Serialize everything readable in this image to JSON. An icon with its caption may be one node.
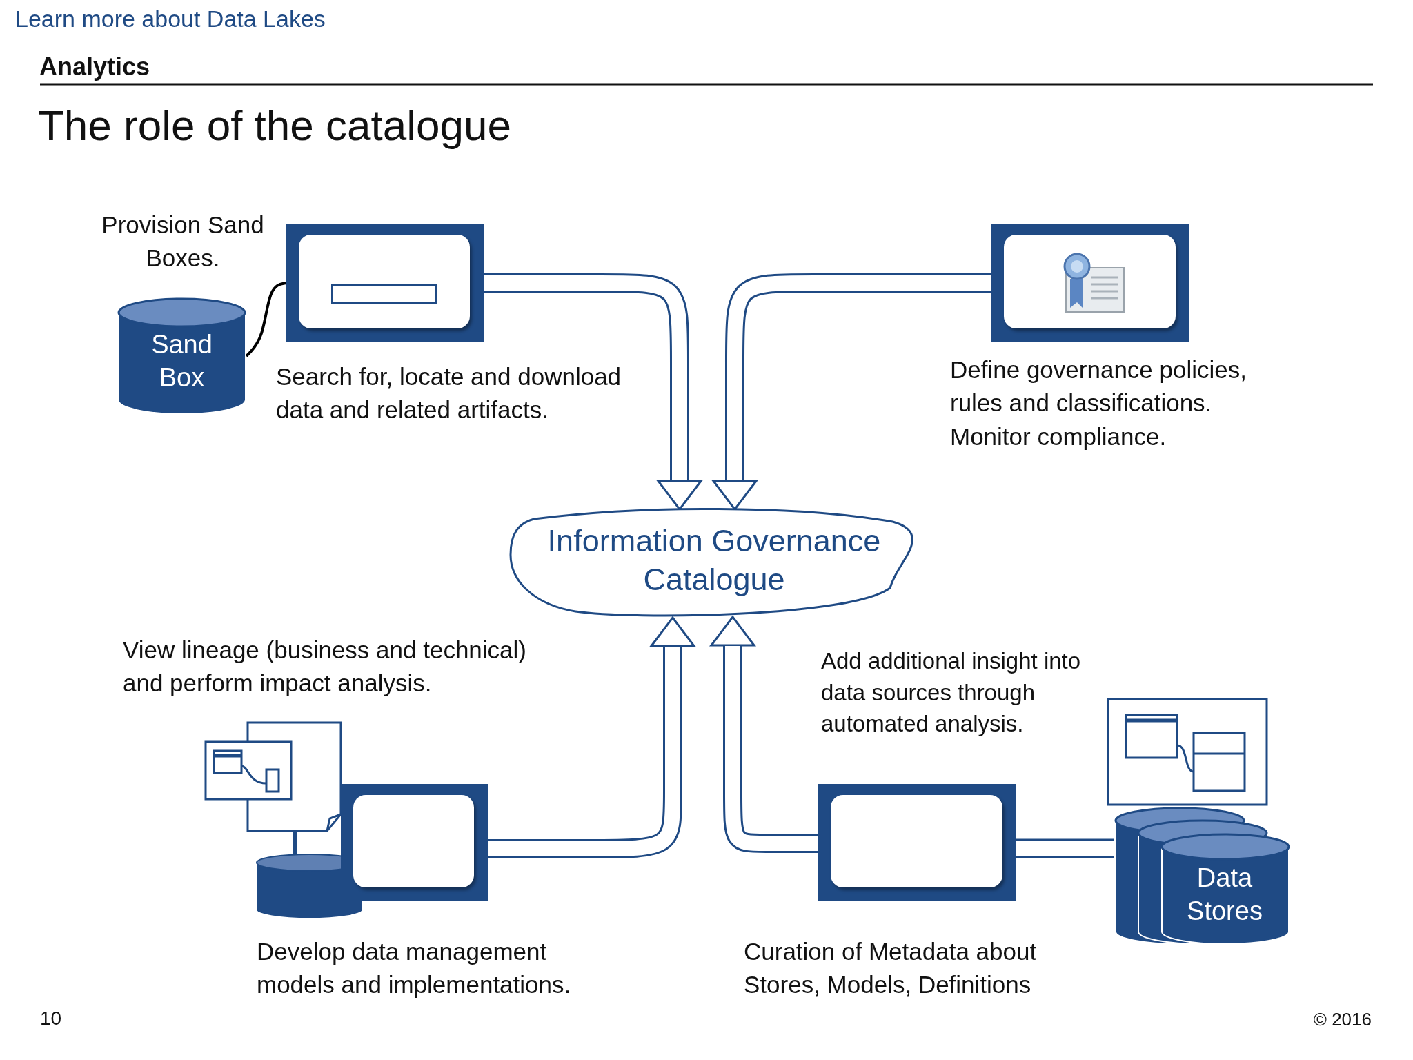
{
  "diagram": {
    "title": "The role of the catalogue",
    "nodes": [
      {
        "text": [
          "Sand Box"
        ],
        "beside": [
          "Provision Sand Boxes."
        ]
      },
      {
        "text": [],
        "shape": "box",
        "beside": [
          "Search for, locate and download data and related artifacts."
        ]
      },
      {
        "text": [],
        "shape": "box",
        "beside": [
          "Define governance policies, rules and classifications. Monitor compliance."
        ]
      },
      {
        "text": [
          "Information Governance Catalogue"
        ]
      },
      {
        "text": [],
        "shape": "box",
        "beside": [
          "Develop data management models and implementations."
        ]
      },
      {
        "text": [],
        "shape": "box",
        "beside": [
          "Curation of Metadata about Stores, Models, Definitions"
        ]
      },
      {
        "text": [
          "Data Stores"
        ]
      }
    ],
    "edges": [
      {
        "from": 0,
        "to": 1,
        "arrow": "none",
        "color": "#000000"
      },
      {
        "from": 1,
        "to": 3,
        "arrow": "to"
      },
      {
        "from": 2,
        "to": 3,
        "arrow": "to"
      },
      {
        "from": 4,
        "to": 3,
        "arrow": "to"
      },
      {
        "from": 5,
        "to": 3,
        "arrow": "to"
      },
      {
        "from": 5,
        "to": 6,
        "arrow": "none"
      }
    ],
    "labels": [
      "Learn more about Data Lakes",
      "Analytics",
      "View lineage (business and technical) and perform impact analysis.",
      "Add additional insight into data sources through automated analysis.",
      "10",
      "© 2016"
    ]
  }
}
